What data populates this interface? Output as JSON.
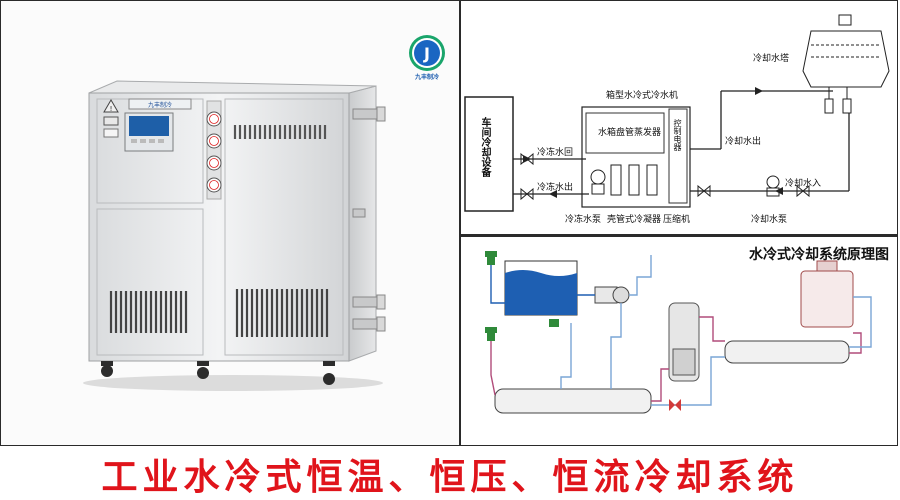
{
  "logo": {
    "brand_text": "九丰制冷"
  },
  "machine": {
    "nameplate_text": "九丰制冷"
  },
  "system_diagram": {
    "workshop_label": "车间冷却设备",
    "chiller_label": "箱型水冷式冷水机",
    "evaporator_label": "水箱盘管蒸发器",
    "control_box_label": "控制电器",
    "chilled_water_return": "冷冻水回",
    "chilled_water_out": "冷冻水出",
    "cooling_tower": "冷却水塔",
    "cooling_water_out": "冷却水出",
    "cooling_water_in": "冷却水入",
    "chilled_pump": "冷冻水泵",
    "shell_condenser": "壳管式冷凝器",
    "compressor": "压缩机",
    "cooling_pump": "冷却水泵"
  },
  "principle_diagram": {
    "title": "水冷式冷却系统原理图"
  },
  "caption": "工业水冷式恒温、恒压、恒流冷却系统"
}
